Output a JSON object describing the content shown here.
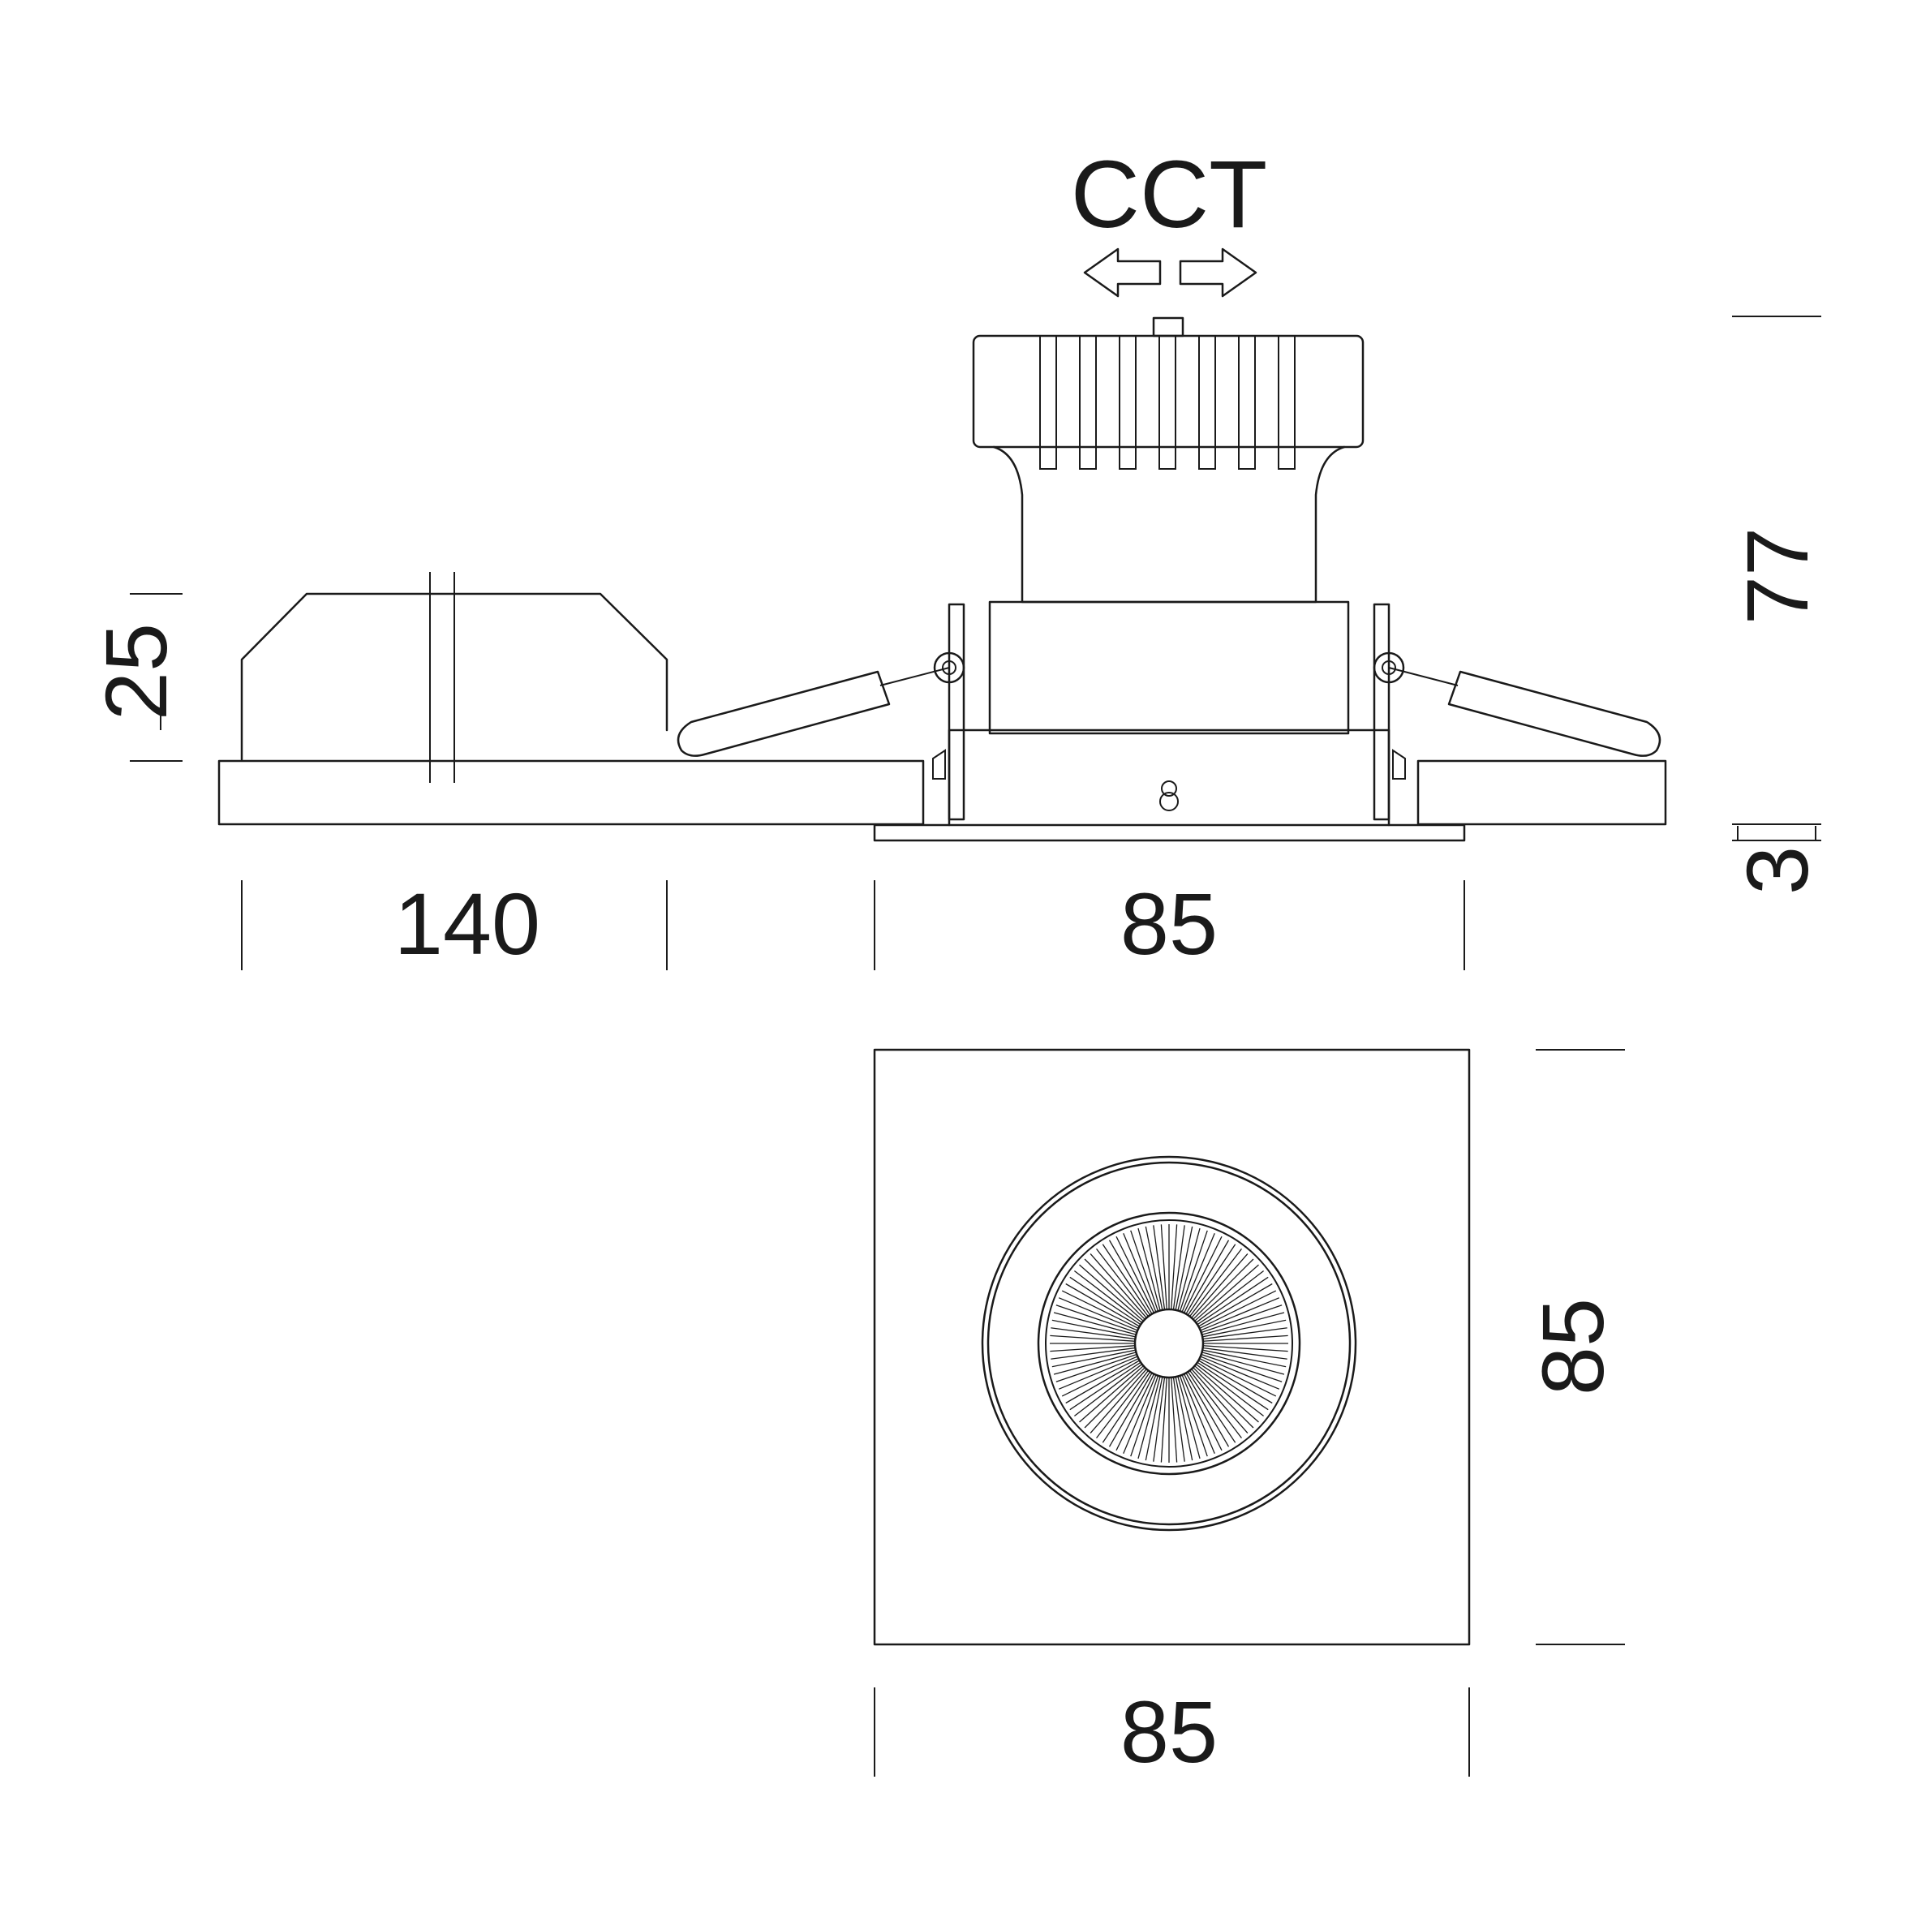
{
  "label": "CCT",
  "dimensions": {
    "driver_width": "140",
    "driver_height": "25",
    "lamp_width": "85",
    "lamp_height": "77",
    "trim_thickness": "3",
    "plan_width": "85",
    "plan_height": "85"
  },
  "colors": {
    "line": "#1a1a1a",
    "background": "#ffffff"
  }
}
